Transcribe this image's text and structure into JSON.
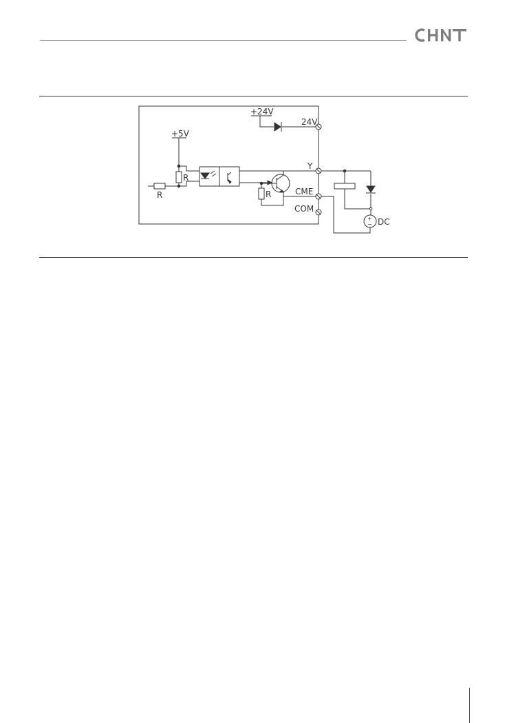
{
  "brand": {
    "logo_text": "CHNT",
    "color": "#7d7d7d"
  },
  "diagram": {
    "labels": {
      "plus24v": "+24V",
      "v24": "24V",
      "plus5v": "+5V",
      "r_pullup": "R",
      "r_input": "R",
      "r_base": "R",
      "y": "Y",
      "cme": "CME",
      "com": "COM",
      "dc": "DC",
      "dc_plus": "+",
      "dc_minus": "−"
    },
    "line_color": "#333333"
  }
}
